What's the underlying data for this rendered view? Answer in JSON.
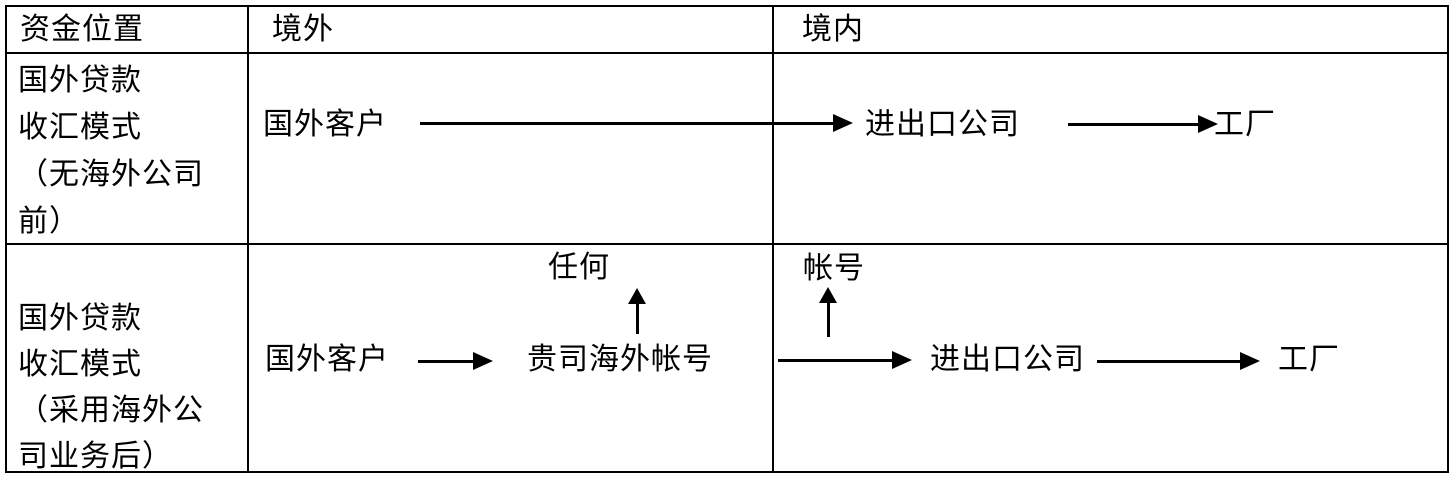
{
  "colors": {
    "ink": "#000000",
    "background": "#ffffff"
  },
  "header": {
    "fund_location": "资金位置",
    "overseas": "境外",
    "domestic": "境内"
  },
  "row1": {
    "label": "国外贷款\n收汇模式\n（无海外公司\n前）",
    "overseas_customer": "国外客户",
    "import_export_company": "进出口公司",
    "factory": "工厂"
  },
  "row2": {
    "label": "国外贷款\n收汇模式\n（采用海外公\n司业务后）",
    "overseas_customer": "国外客户",
    "your_overseas_account": "贵司海外帐号",
    "any_note": "任何",
    "account_note": "帐号",
    "import_export_company": "进出口公司",
    "factory": "工厂"
  }
}
